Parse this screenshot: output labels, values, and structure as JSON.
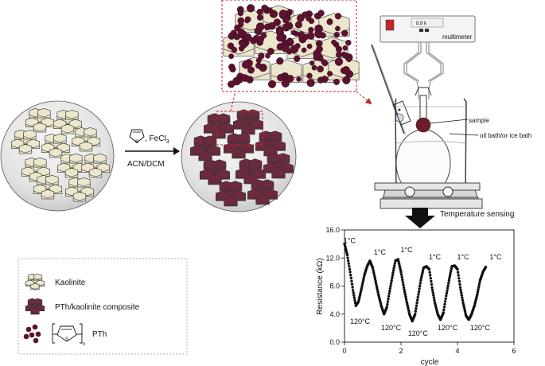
{
  "reaction": {
    "reagent": ", FeCl",
    "reagent_sub": "3",
    "solvent": "ACN/DCM",
    "thiophene_atom": "S"
  },
  "setup": {
    "multimeter_label": "multimeter",
    "display_readout": "8.8 k",
    "sample_label": "sample",
    "bath_label": "oil bath/or ice bath"
  },
  "sensing_label": "Temperature sensing",
  "legend": {
    "items": [
      {
        "label": "Kaolinite"
      },
      {
        "label": "PTh/kaolinite composite"
      },
      {
        "label": "PTh"
      }
    ],
    "pth_sub": "n",
    "pth_atom": "S"
  },
  "chart_data": {
    "type": "scatter",
    "xlabel": "cycle",
    "ylabel": "Resistance  (kΩ)",
    "xlim": [
      0,
      6
    ],
    "ylim": [
      0,
      16
    ],
    "xticks": [
      "0",
      "2",
      "4",
      "6"
    ],
    "yticks": [
      "0.0",
      "4.0",
      "8.0",
      "12.0",
      "16.0"
    ],
    "series": [
      {
        "x": [
          0.0,
          0.1,
          0.2,
          0.3,
          0.4,
          0.5,
          0.6,
          0.7,
          0.8,
          0.9,
          1.0,
          1.1,
          1.2,
          1.3,
          1.4,
          1.5,
          1.6,
          1.7,
          1.8,
          1.9,
          2.0,
          2.1,
          2.2,
          2.3,
          2.4,
          2.5,
          2.6,
          2.7,
          2.8,
          2.9,
          3.0,
          3.1,
          3.2,
          3.3,
          3.4,
          3.5,
          3.6,
          3.7,
          3.8,
          3.9,
          4.0,
          4.1,
          4.2,
          4.3,
          4.4,
          4.5,
          4.6,
          4.7,
          4.8,
          4.9,
          5.0
        ],
        "y": [
          14.0,
          12.4,
          10.0,
          7.4,
          5.2,
          5.8,
          7.6,
          9.5,
          10.8,
          11.6,
          10.6,
          8.7,
          6.8,
          5.2,
          4.0,
          5.0,
          7.3,
          9.5,
          11.6,
          11.8,
          10.0,
          7.8,
          5.8,
          4.0,
          3.0,
          4.0,
          6.4,
          8.8,
          10.6,
          10.8,
          10.4,
          7.8,
          5.6,
          4.0,
          3.2,
          4.2,
          6.6,
          8.8,
          10.8,
          10.9,
          10.4,
          7.8,
          5.6,
          3.8,
          3.2,
          4.0,
          5.2,
          6.8,
          8.8,
          10.0,
          10.7
        ]
      }
    ],
    "annotations": [
      {
        "text": "1°C",
        "x": 0.18,
        "y": 14.1
      },
      {
        "text": "1°C",
        "x": 1.25,
        "y": 12.5
      },
      {
        "text": "1°C",
        "x": 2.2,
        "y": 12.8
      },
      {
        "text": "1°C",
        "x": 3.2,
        "y": 11.8
      },
      {
        "text": "1°C",
        "x": 4.2,
        "y": 11.8
      },
      {
        "text": "1°C",
        "x": 5.35,
        "y": 11.8
      },
      {
        "text": "120°C",
        "x": 0.55,
        "y": 2.6
      },
      {
        "text": "120°C",
        "x": 1.65,
        "y": 1.7
      },
      {
        "text": "120°C",
        "x": 2.6,
        "y": 0.9
      },
      {
        "text": "120°C",
        "x": 3.65,
        "y": 1.7
      },
      {
        "text": "120°C",
        "x": 4.8,
        "y": 1.7
      }
    ]
  },
  "colors": {
    "kaolin_fill": "#ebe6cc",
    "pth_fill": "#6e2a3d",
    "pth_dot": "#5c1230",
    "arrow_red": "#c0262c"
  }
}
